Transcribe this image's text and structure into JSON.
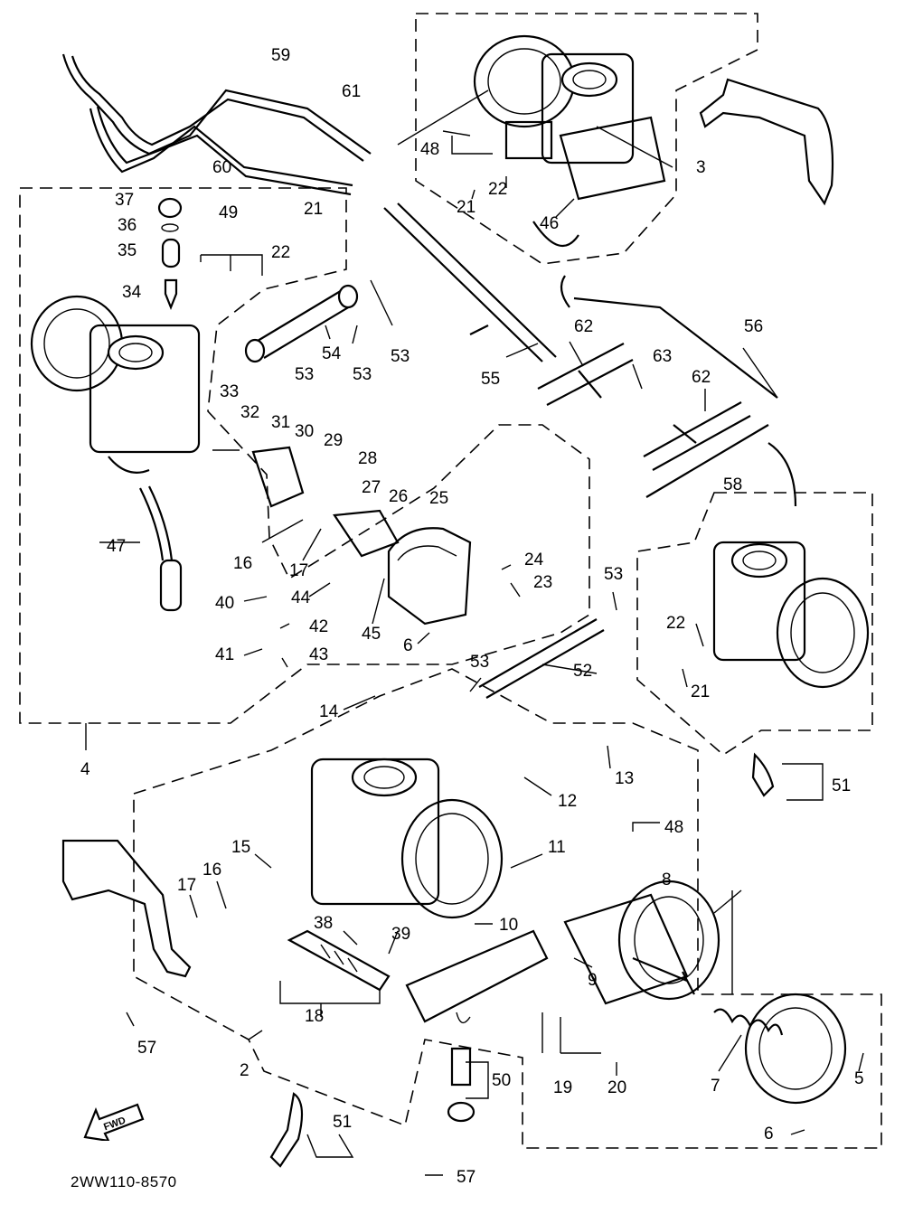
{
  "diagram_code": "2WW110-8570",
  "fwd_label": "FWD",
  "labels": [
    {
      "id": "59",
      "text": "59"
    },
    {
      "id": "61",
      "text": "61"
    },
    {
      "id": "60",
      "text": "60"
    },
    {
      "id": "48a",
      "text": "48"
    },
    {
      "id": "3",
      "text": "3"
    },
    {
      "id": "37",
      "text": "37"
    },
    {
      "id": "36",
      "text": "36"
    },
    {
      "id": "35",
      "text": "35"
    },
    {
      "id": "34",
      "text": "34"
    },
    {
      "id": "49",
      "text": "49"
    },
    {
      "id": "22a",
      "text": "22"
    },
    {
      "id": "21a",
      "text": "21"
    },
    {
      "id": "21b",
      "text": "21"
    },
    {
      "id": "22b",
      "text": "22"
    },
    {
      "id": "46",
      "text": "46"
    },
    {
      "id": "54",
      "text": "54"
    },
    {
      "id": "53a",
      "text": "53"
    },
    {
      "id": "53b",
      "text": "53"
    },
    {
      "id": "53c",
      "text": "53"
    },
    {
      "id": "55",
      "text": "55"
    },
    {
      "id": "62a",
      "text": "62"
    },
    {
      "id": "56",
      "text": "56"
    },
    {
      "id": "63",
      "text": "63"
    },
    {
      "id": "62b",
      "text": "62"
    },
    {
      "id": "33",
      "text": "33"
    },
    {
      "id": "32",
      "text": "32"
    },
    {
      "id": "31",
      "text": "31"
    },
    {
      "id": "30",
      "text": "30"
    },
    {
      "id": "29",
      "text": "29"
    },
    {
      "id": "28",
      "text": "28"
    },
    {
      "id": "27",
      "text": "27"
    },
    {
      "id": "26",
      "text": "26"
    },
    {
      "id": "25",
      "text": "25"
    },
    {
      "id": "58",
      "text": "58"
    },
    {
      "id": "47",
      "text": "47"
    },
    {
      "id": "16a",
      "text": "16"
    },
    {
      "id": "17a",
      "text": "17"
    },
    {
      "id": "24",
      "text": "24"
    },
    {
      "id": "23",
      "text": "23"
    },
    {
      "id": "53d",
      "text": "53"
    },
    {
      "id": "40",
      "text": "40"
    },
    {
      "id": "44",
      "text": "44"
    },
    {
      "id": "42",
      "text": "42"
    },
    {
      "id": "45",
      "text": "45"
    },
    {
      "id": "6a",
      "text": "6"
    },
    {
      "id": "22c",
      "text": "22"
    },
    {
      "id": "41",
      "text": "41"
    },
    {
      "id": "43",
      "text": "43"
    },
    {
      "id": "52",
      "text": "52"
    },
    {
      "id": "53e",
      "text": "53"
    },
    {
      "id": "21c",
      "text": "21"
    },
    {
      "id": "14",
      "text": "14"
    },
    {
      "id": "4",
      "text": "4"
    },
    {
      "id": "13",
      "text": "13"
    },
    {
      "id": "51a",
      "text": "51"
    },
    {
      "id": "12",
      "text": "12"
    },
    {
      "id": "48b",
      "text": "48"
    },
    {
      "id": "15",
      "text": "15"
    },
    {
      "id": "11",
      "text": "11"
    },
    {
      "id": "8",
      "text": "8"
    },
    {
      "id": "17b",
      "text": "17"
    },
    {
      "id": "16b",
      "text": "16"
    },
    {
      "id": "38",
      "text": "38"
    },
    {
      "id": "39",
      "text": "39"
    },
    {
      "id": "10",
      "text": "10"
    },
    {
      "id": "9",
      "text": "9"
    },
    {
      "id": "18",
      "text": "18"
    },
    {
      "id": "57a",
      "text": "57"
    },
    {
      "id": "2",
      "text": "2"
    },
    {
      "id": "50",
      "text": "50"
    },
    {
      "id": "19",
      "text": "19"
    },
    {
      "id": "20",
      "text": "20"
    },
    {
      "id": "7",
      "text": "7"
    },
    {
      "id": "5",
      "text": "5"
    },
    {
      "id": "51b",
      "text": "51"
    },
    {
      "id": "6b",
      "text": "6"
    },
    {
      "id": "57b",
      "text": "57"
    }
  ]
}
